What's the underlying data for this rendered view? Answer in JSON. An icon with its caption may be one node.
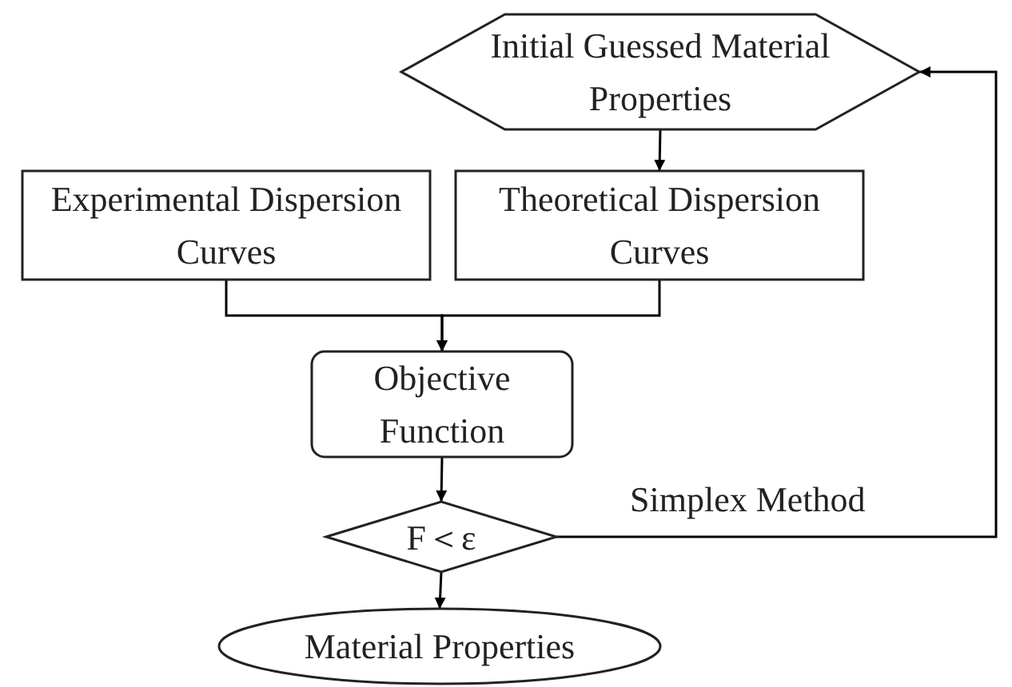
{
  "diagram": {
    "nodes": [
      {
        "text": [
          "Initial Guessed Material Properties"
        ]
      },
      {
        "text": [
          "Experimental Dispersion Curves"
        ]
      },
      {
        "text": [
          "Theoretical Dispersion Curves"
        ]
      },
      {
        "text": [
          "Objective Function"
        ]
      },
      {
        "text": [
          "F＜ε"
        ]
      },
      {
        "text": [
          "Material Properties"
        ]
      }
    ],
    "edges": [
      {
        "from": 0,
        "to": 2,
        "arrow": "to"
      },
      {
        "from": 1,
        "to": 3,
        "arrow": "to"
      },
      {
        "from": 2,
        "to": 3,
        "arrow": "to"
      },
      {
        "from": 3,
        "to": 4,
        "arrow": "to"
      },
      {
        "from": 4,
        "to": 5,
        "arrow": "to"
      },
      {
        "from": 4,
        "to": 0,
        "arrow": "to",
        "label": "Simplex Method"
      }
    ]
  }
}
